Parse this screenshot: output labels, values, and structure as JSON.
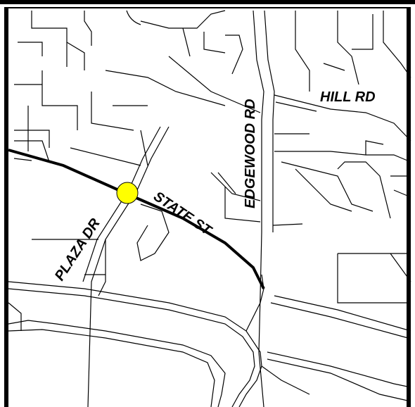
{
  "map": {
    "labels": {
      "hill_rd": "HILL RD",
      "edgewood_rd": "EDGEWOOD RD",
      "state_st": "STATE ST",
      "plaza_dr": "PLAZA DR"
    },
    "marker_color": "#ffff00",
    "marker_outline_color": "#000000"
  }
}
